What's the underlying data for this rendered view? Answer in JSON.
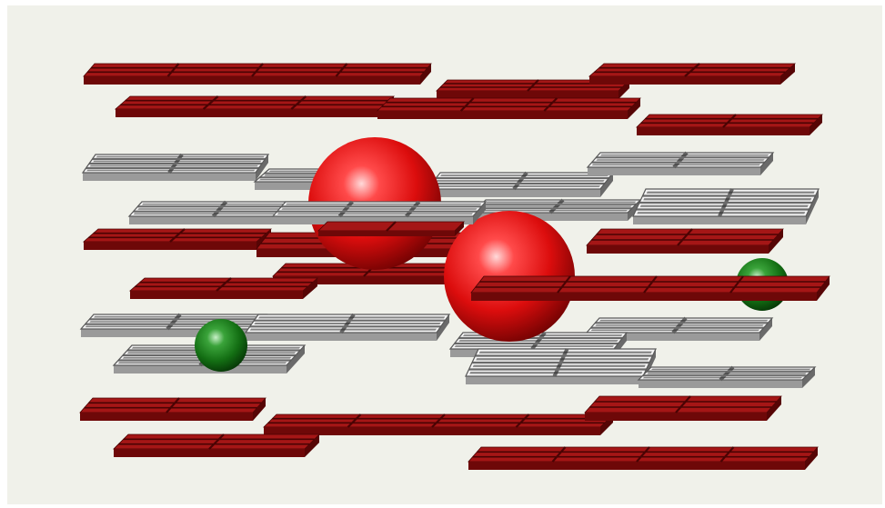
{
  "scene": {
    "colors": {
      "background": "#f0f1ea",
      "frame": "#ffffff",
      "red_slab_top": "#a51616",
      "red_slab_front": "#6e0808",
      "red_slab_side": "#560505",
      "red_slab_groove": "#4a0303",
      "white_grid_top": "#f4f4f4",
      "white_grid_dark": "#6a6a6a",
      "white_grid_edge": "#9a9a9a",
      "large_sphere": "#e11010",
      "small_sphere": "#137313"
    },
    "objects": {
      "large_red_spheres": 2,
      "small_green_spheres": 2,
      "red_layers": 3,
      "white_lattice_layers": 2
    }
  }
}
